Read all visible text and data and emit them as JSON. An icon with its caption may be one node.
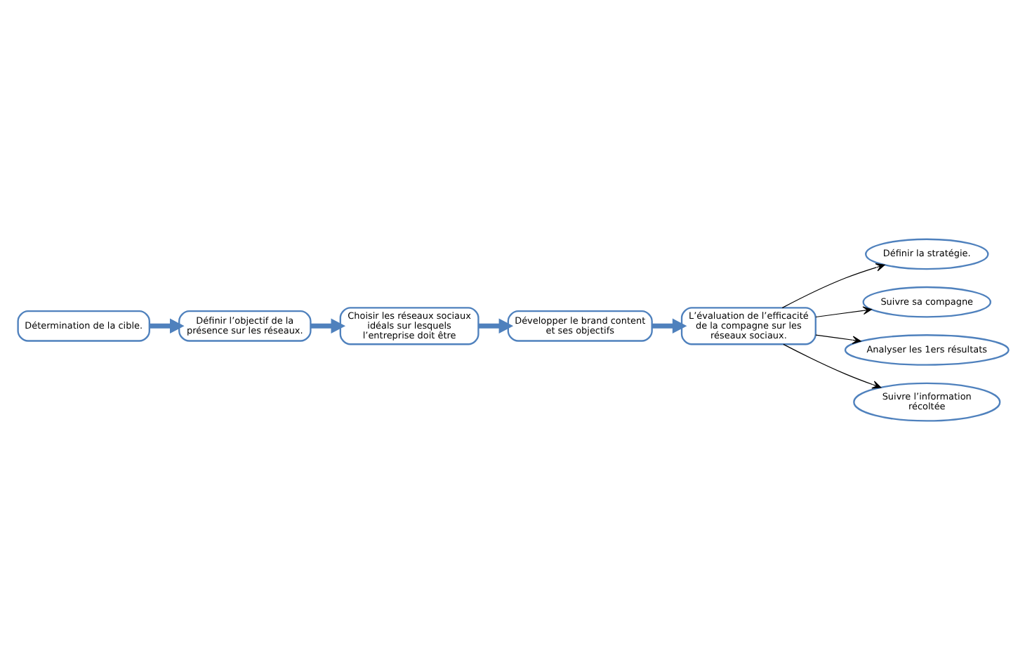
{
  "diagram": {
    "nodes": [
      {
        "text": [
          "Détermination de la cible."
        ]
      },
      {
        "text": [
          "Définir l’objectif de la présence sur les réseaux."
        ]
      },
      {
        "text": [
          "Choisir les réseaux sociaux idéals sur lesquels l’entreprise doit être"
        ]
      },
      {
        "text": [
          "Développer le brand content et ses objectifs"
        ]
      },
      {
        "text": [
          "L’évaluation de l’efficacité de la compagne sur les réseaux sociaux."
        ]
      },
      {
        "text": [
          "Définir la stratégie."
        ]
      },
      {
        "text": [
          "Suivre sa compagne"
        ]
      },
      {
        "text": [
          "Analyser les 1ers résultats"
        ]
      },
      {
        "text": [
          "Suivre l’information récoltée"
        ]
      }
    ],
    "edges": [
      {
        "from": 0,
        "to": 1,
        "arrow": "to",
        "style": "thick",
        "color": "#4f81bd"
      },
      {
        "from": 1,
        "to": 2,
        "arrow": "to",
        "style": "thick",
        "color": "#4f81bd"
      },
      {
        "from": 2,
        "to": 3,
        "arrow": "to",
        "style": "thick",
        "color": "#4f81bd"
      },
      {
        "from": 3,
        "to": 4,
        "arrow": "to",
        "style": "thick",
        "color": "#4f81bd"
      },
      {
        "from": 4,
        "to": 5,
        "arrow": "to",
        "color": "#000000"
      },
      {
        "from": 4,
        "to": 6,
        "arrow": "to",
        "color": "#000000"
      },
      {
        "from": 4,
        "to": 7,
        "arrow": "to",
        "color": "#000000"
      },
      {
        "from": 4,
        "to": 8,
        "arrow": "to",
        "color": "#000000"
      }
    ]
  }
}
